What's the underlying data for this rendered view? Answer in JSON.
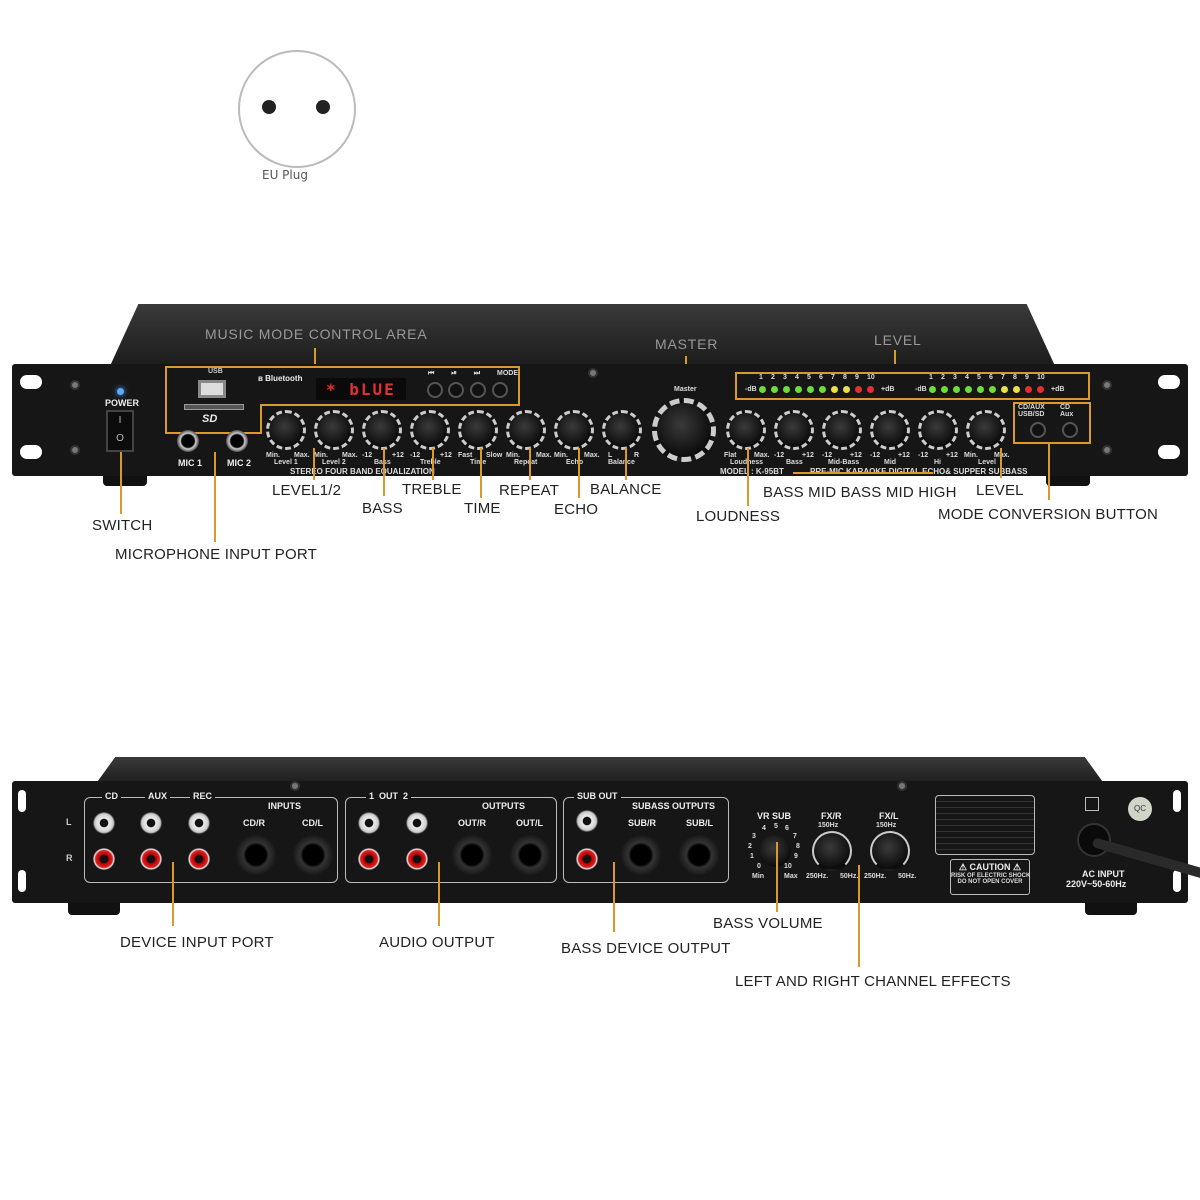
{
  "plug": {
    "label": "EU Plug"
  },
  "front": {
    "header_labels": {
      "music_mode": "MUSIC MODE CONTROL AREA",
      "master": "MASTER",
      "level": "LEVEL"
    },
    "power_label": "POWER",
    "switch_glyphs": {
      "on": "I",
      "off": "O"
    },
    "usb_label": "USB",
    "sd_label": "SD",
    "bluetooth_label": "Bluetooth",
    "display_text": "* bLUE",
    "transport_buttons": [
      "⏮",
      "⏯",
      "⏭",
      "MODE"
    ],
    "mic_labels": [
      "MIC 1",
      "MIC 2"
    ],
    "knobs": [
      {
        "name": "Level 1",
        "min": "Min.",
        "max": "Max."
      },
      {
        "name": "Level 2",
        "min": "Min.",
        "max": "Max."
      },
      {
        "name": "Bass",
        "min": "-12",
        "max": "+12"
      },
      {
        "name": "Treble",
        "min": "-12",
        "max": "+12"
      },
      {
        "name": "Time",
        "min": "Fast",
        "max": "Slow"
      },
      {
        "name": "Repeat",
        "min": "Min.",
        "max": "Max."
      },
      {
        "name": "Echo",
        "min": "Min.",
        "max": "Max."
      },
      {
        "name": "Balance",
        "min": "L",
        "max": "R"
      }
    ],
    "master_label": "Master",
    "right_knobs": [
      {
        "name": "Loudness",
        "min": "Flat",
        "max": "Max."
      },
      {
        "name": "Bass",
        "min": "-12",
        "max": "+12"
      },
      {
        "name": "Mid-Bass",
        "min": "-12",
        "max": "+12"
      },
      {
        "name": "Mid",
        "min": "-12",
        "max": "+12"
      },
      {
        "name": "Hi",
        "min": "-12",
        "max": "+12"
      },
      {
        "name": "Level",
        "min": "Min.",
        "max": "Max."
      }
    ],
    "eq_caption": "STEREO FOUR BAND EQUALIZATION",
    "model_caption": "MODEL : K-95BT",
    "premic_caption": "PRE-MIC KARAOKE DIGITAL ECHO& SUPPER SUBBASS",
    "vu": {
      "numbers": [
        "1",
        "2",
        "3",
        "4",
        "5",
        "6",
        "7",
        "8",
        "9",
        "10"
      ],
      "left_db": "-dB",
      "right_db": "+dB",
      "colors": [
        "#6ddc3a",
        "#6ddc3a",
        "#6ddc3a",
        "#6ddc3a",
        "#6ddc3a",
        "#6ddc3a",
        "#e8e04a",
        "#e8e04a",
        "#e03030",
        "#e03030"
      ]
    },
    "mode_buttons": [
      {
        "line1": "CD/AUX",
        "line2": "USB/SD"
      },
      {
        "line1": "CD",
        "line2": "Aux"
      }
    ],
    "callouts": {
      "level12": "LEVEL1/2",
      "bass": "BASS",
      "treble": "TREBLE",
      "time": "TIME",
      "repeat": "REPEAT",
      "echo": "ECHO",
      "balance": "BALANCE",
      "loudness": "LOUDNESS",
      "bass_mid": "BASS MID BASS MID HIGH",
      "level": "LEVEL",
      "mode_conversion": "MODE CONVERSION BUTTON",
      "switch": "SWITCH",
      "mic_input": "MICROPHONE INPUT PORT"
    }
  },
  "rear": {
    "lr_labels": [
      "L",
      "R"
    ],
    "inputs_group": {
      "rca_labels": [
        "CD",
        "AUX",
        "REC"
      ],
      "title": "INPUTS",
      "jacks": [
        "CD/R",
        "CD/L"
      ]
    },
    "outputs_group": {
      "rca_label": "1  OUT  2",
      "title": "OUTPUTS",
      "jacks": [
        "OUT/R",
        "OUT/L"
      ]
    },
    "sub_group": {
      "rca_label": "SUB OUT",
      "title": "SUBASS OUTPUTS",
      "jacks": [
        "SUB/R",
        "SUB/L"
      ]
    },
    "vr_sub": {
      "label": "VR SUB",
      "scale": [
        "0",
        "1",
        "2",
        "3",
        "4",
        "5",
        "6",
        "7",
        "8",
        "9",
        "10"
      ],
      "min": "Min",
      "max": "Max"
    },
    "fx_r": {
      "label": "FX/R",
      "top": "150Hz",
      "left": "250Hz.",
      "right": "50Hz."
    },
    "fx_l": {
      "label": "FX/L",
      "top": "150Hz",
      "left": "250Hz.",
      "right": "50Hz."
    },
    "caution": {
      "title": "CAUTION",
      "line1": "RISK OF ELECTRIC SHOCK",
      "line2": "DO NOT OPEN COVER"
    },
    "ac": {
      "line1": "AC INPUT",
      "line2": "220V~50-60Hz"
    },
    "callouts": {
      "device_input": "DEVICE INPUT PORT",
      "audio_output": "AUDIO OUTPUT",
      "bass_device_output": "BASS DEVICE OUTPUT",
      "bass_volume": "BASS VOLUME",
      "lr_effects": "LEFT AND RIGHT CHANNEL EFFECTS"
    }
  }
}
